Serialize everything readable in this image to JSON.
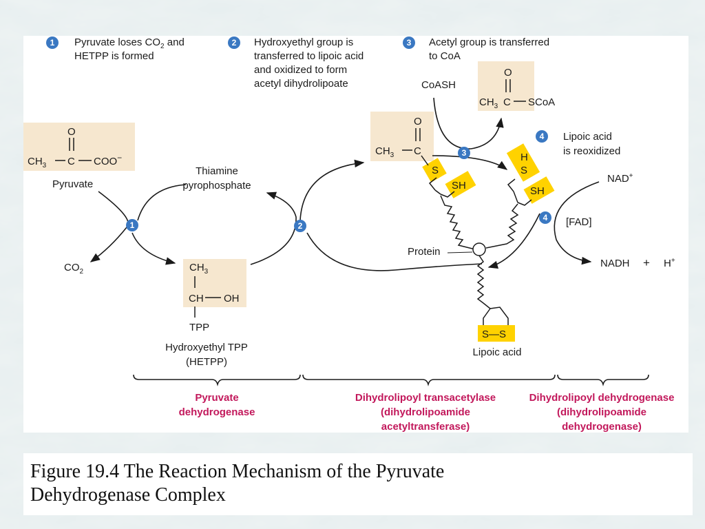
{
  "steps": [
    {
      "num": "1",
      "text_lines": [
        "Pyruvate loses CO",
        "HETPP is formed"
      ],
      "sub": "2",
      "tail": " and"
    },
    {
      "num": "2",
      "text_lines": [
        "Hydroxyethyl group is",
        "transferred to lipoic acid",
        "and oxidized to form",
        "acetyl dihydrolipoate"
      ]
    },
    {
      "num": "3",
      "text_lines": [
        "Acetyl group is transferred",
        "to CoA"
      ]
    },
    {
      "num": "4",
      "text_lines": [
        "Lipoic acid",
        "is reoxidized"
      ]
    }
  ],
  "molecules": {
    "pyruvate": {
      "o": "O",
      "left": "CH",
      "left_sub": "3",
      "c": "C",
      "right": "COO",
      "charge": "−",
      "label": "Pyruvate"
    },
    "tpp_name": [
      "Thiamine",
      "pyrophosphate"
    ],
    "hetpp": {
      "ch3": "CH",
      "ch3_sub": "3",
      "choh_c": "CH",
      "choh_oh": "OH",
      "tpp": "TPP",
      "label": [
        "Hydroxyethyl TPP",
        "(HETPP)"
      ]
    },
    "co2": {
      "main": "CO",
      "sub": "2"
    },
    "acetyl": {
      "o": "O",
      "left": "CH",
      "left_sub": "3",
      "c": "C"
    },
    "acetyl_coa": {
      "o": "O",
      "left": "CH",
      "left_sub": "3",
      "c": "C",
      "right": "SCoA"
    },
    "coash": "CoASH",
    "s_label": "S",
    "sh_label": "SH",
    "h_label": "H",
    "protein": "Protein",
    "lipoic_acid": "Lipoic acid",
    "lipoic_ring": "S—S",
    "nad": "NAD",
    "nad_sup": "+",
    "fad": "[FAD]",
    "nadh": "NADH",
    "plus": "+",
    "hplus": "H",
    "hplus_sup": "+"
  },
  "enzymes": [
    {
      "lines": [
        "Pyruvate",
        "dehydrogenase"
      ]
    },
    {
      "lines": [
        "Dihydrolipoyl transacetylase",
        "(dihydrolipoamide",
        "acetyltransferase)"
      ]
    },
    {
      "lines": [
        "Dihydrolipoyl dehydrogenase",
        "(dihydrolipoamide",
        "dehydrogenase)"
      ]
    }
  ],
  "caption": [
    "Figure 19.4  The Reaction Mechanism of the Pyruvate",
    "Dehydrogenase Complex"
  ],
  "colors": {
    "highlight_box": "#f6e7cf",
    "sulfur_yellow": "#ffd200",
    "step_blue": "#3a78c2",
    "enzyme_magenta": "#c2185b"
  }
}
